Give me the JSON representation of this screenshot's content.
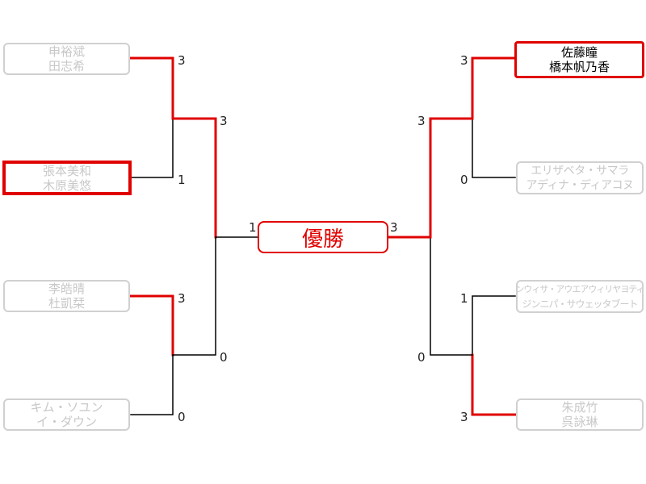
{
  "title": "優勝",
  "colors": {
    "win": "#e00000",
    "line": "#000000",
    "muted": "#c8c8c8"
  },
  "left": {
    "teams": [
      {
        "line1": "申裕斌",
        "line2": "田志希"
      },
      {
        "line1": "張本美和",
        "line2": "木原美悠"
      },
      {
        "line1": "李皓晴",
        "line2": "杜凱栞"
      },
      {
        "line1": "キム・ソユン",
        "line2": "イ・ダウン"
      }
    ],
    "r1_scores": [
      "3",
      "1",
      "3",
      "0"
    ],
    "r2_scores": [
      "3",
      "0"
    ],
    "final_score": "1"
  },
  "right": {
    "teams": [
      {
        "line1": "佐藤瞳",
        "line2": "橋本帆乃香"
      },
      {
        "line1": "エリザベタ・サマラ",
        "line2": "アディナ・ディアコヌ"
      },
      {
        "line1": "ワンウィサ・アウエアウィリヤヨティン",
        "line2": "ジンニパ・サウェッタブート"
      },
      {
        "line1": "朱成竹",
        "line2": "呉詠琳"
      }
    ],
    "r1_scores": [
      "3",
      "0",
      "1",
      "3"
    ],
    "r2_scores": [
      "3",
      "0"
    ],
    "final_score": "3"
  }
}
